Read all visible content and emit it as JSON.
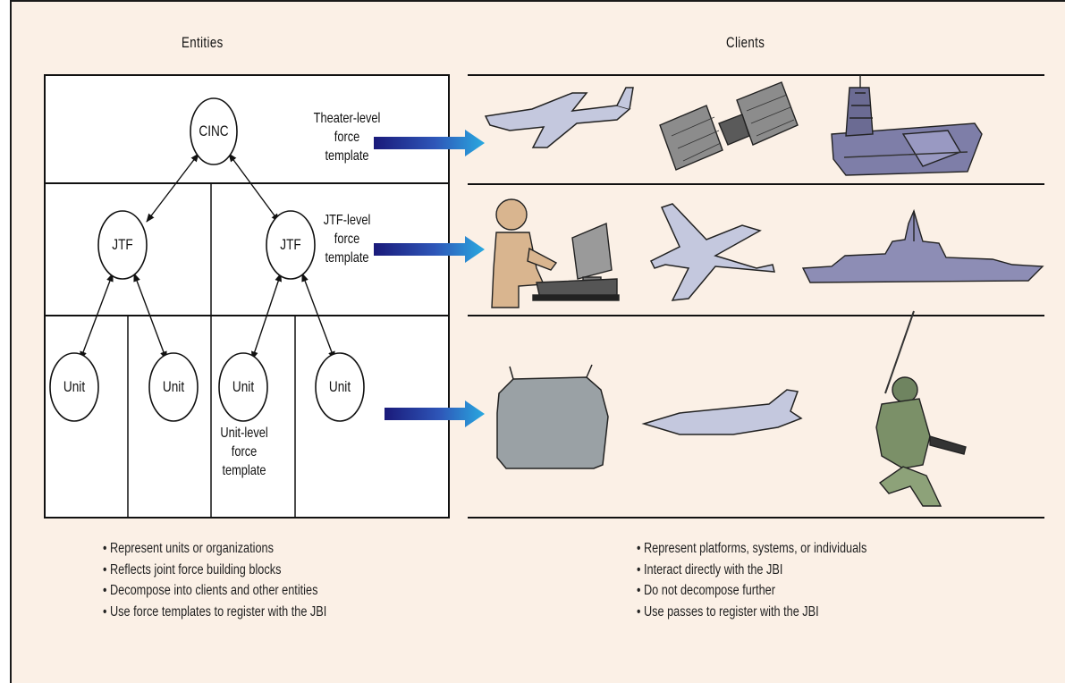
{
  "entities": {
    "header": "Entities",
    "nodes": {
      "cinc": "CINC",
      "jtf": "JTF",
      "unit": "Unit"
    },
    "templates": {
      "theater": [
        "Theater-level",
        "force",
        "template"
      ],
      "jtf": [
        "JTF-level",
        "force",
        "template"
      ],
      "unit": [
        "Unit-level",
        "force",
        "template"
      ]
    },
    "bullets": [
      "Represent units or organizations",
      "Reflects joint force building blocks",
      "Decompose into clients and other entities",
      "Use force templates to register with the JBI"
    ]
  },
  "clients": {
    "header": "Clients",
    "rows": [
      {
        "icons": [
          "aircraft-icon",
          "satellite-icon",
          "aircraft-carrier-icon"
        ]
      },
      {
        "icons": [
          "computer-operator-icon",
          "aircraft-icon",
          "warship-icon"
        ]
      },
      {
        "icons": [
          "sensor-equipment-icon",
          "fighter-jet-icon",
          "soldier-icon"
        ]
      }
    ],
    "bullets": [
      "Represent platforms, systems, or individuals",
      "Interact directly with the JBI",
      "Do not decompose further",
      "Use passes to register with the JBI"
    ]
  },
  "colors": {
    "background": "#fbf0e6",
    "arrow_dark": "#1a1a7a",
    "arrow_light": "#29a9e0",
    "aircraft_fill": "#c4c8de",
    "ship_fill": "#8d8db5",
    "person_fill": "#d9b58f",
    "equipment_fill": "#9aa1a5",
    "soldier_fill": "#7b9068"
  }
}
